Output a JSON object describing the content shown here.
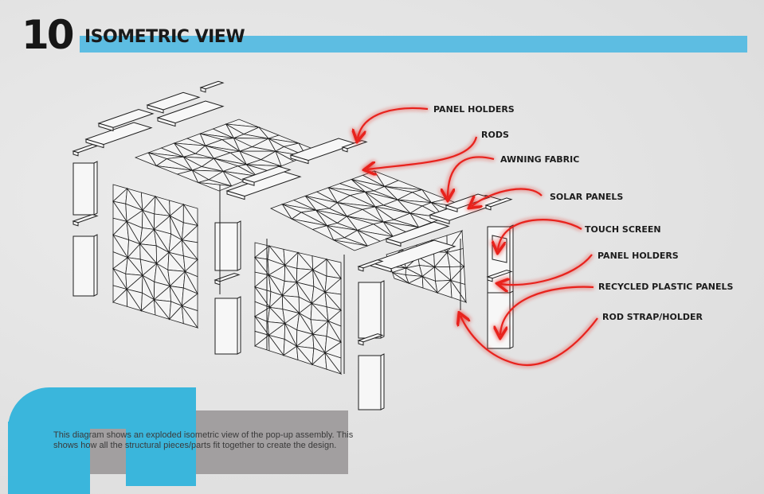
{
  "header": {
    "number": "10",
    "title": "ISOMETRIC VIEW"
  },
  "labels": [
    "PANEL HOLDERS",
    "RODS",
    "AWNING FABRIC",
    "SOLAR PANELS",
    "TOUCH SCREEN",
    "PANEL HOLDERS",
    "RECYCLED PLASTIC PANELS",
    "ROD STRAP/HOLDER"
  ],
  "description": "This diagram shows an exploded isometric view of the pop-up assembly. This shows how all the structural pieces/parts fit together to create the design.",
  "colors": {
    "accent_blue": "#3ab6dc",
    "arrow_red": "#e8221c",
    "text_box_gray": "#a29fa0"
  }
}
